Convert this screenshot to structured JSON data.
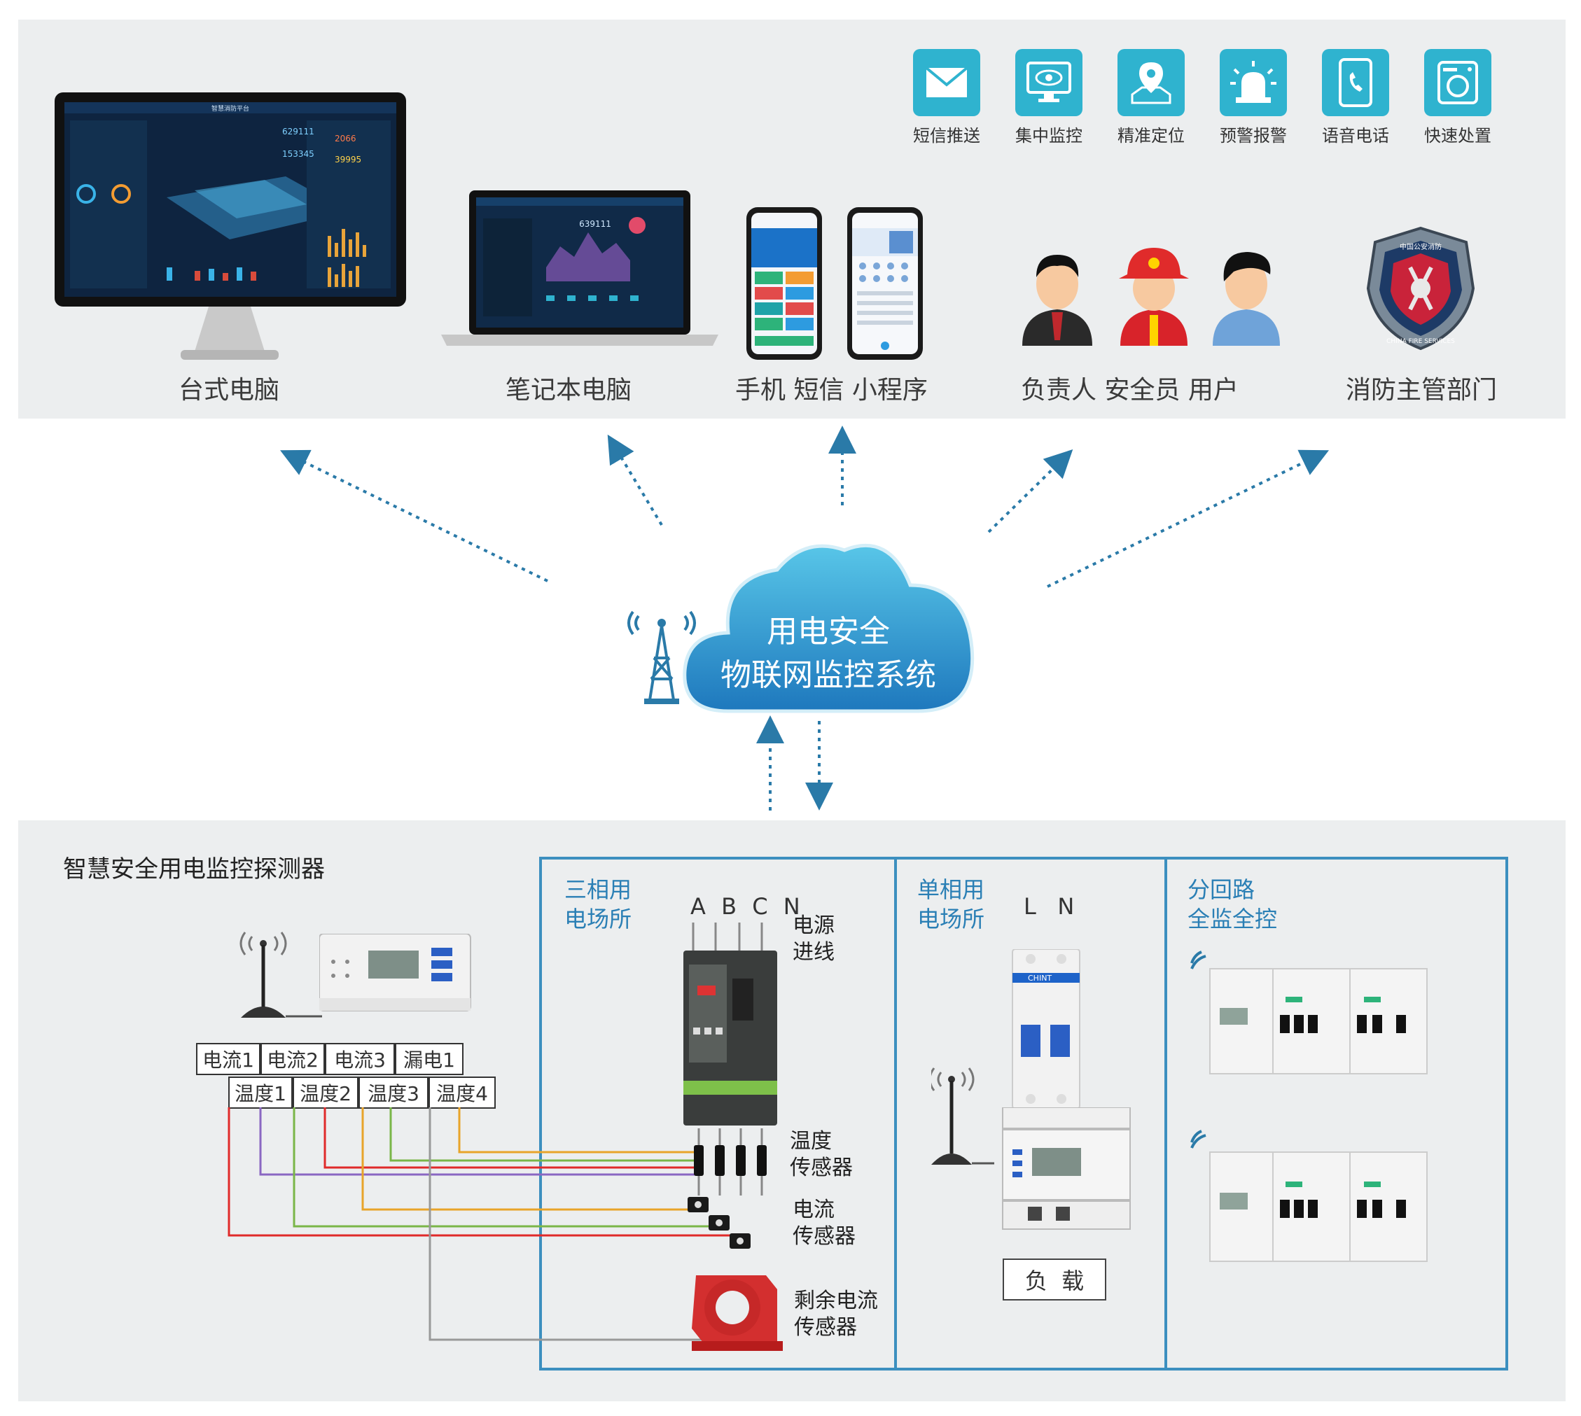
{
  "devices": {
    "desktop_label": "台式电脑",
    "laptop_label": "笔记本电脑",
    "phone_label": "手机 短信 小程序",
    "people_label": "负责人  安全员   用户",
    "fire_dept_label": "消防主管部门",
    "desktop_screen_title": "智慧消防平台",
    "desktop_counts": [
      "2066",
      "39995"
    ],
    "desktop_digits": [
      "629111",
      "153345"
    ],
    "laptop_digits": "639111",
    "badge_lines": [
      "中国公安消防",
      "CHINA FIRE SERVICES"
    ]
  },
  "features": [
    {
      "label": "短信推送",
      "icon": "envelope-icon"
    },
    {
      "label": "集中监控",
      "icon": "monitor-eye-icon"
    },
    {
      "label": "精准定位",
      "icon": "map-pin-icon"
    },
    {
      "label": "预警报警",
      "icon": "alarm-siren-icon"
    },
    {
      "label": "语音电话",
      "icon": "phone-call-icon"
    },
    {
      "label": "快速处置",
      "icon": "washer-icon"
    }
  ],
  "cloud": {
    "line1": "用电安全",
    "line2": "物联网监控系统"
  },
  "detector": {
    "title": "智慧安全用电监控探测器",
    "top_channels": [
      "电流1",
      "电流2",
      "电流3",
      "漏电1"
    ],
    "bottom_channels": [
      "温度1",
      "温度2",
      "温度3",
      "温度4"
    ]
  },
  "three_phase": {
    "title_line1": "三相用",
    "title_line2": "电场所",
    "phases": "A B C N",
    "power_in_line1": "电源",
    "power_in_line2": "进线",
    "temp_sensor_line1": "温度",
    "temp_sensor_line2": "传感器",
    "current_sensor_line1": "电流",
    "current_sensor_line2": "传感器",
    "residual_line1": "剩余电流",
    "residual_line2": "传感器"
  },
  "single_phase": {
    "title_line1": "单相用",
    "title_line2": "电场所",
    "phases": "L   N",
    "breaker_brand": "CHINT",
    "load_label": "负  载"
  },
  "branch": {
    "title_line1": "分回路",
    "title_line2": "全监全控"
  },
  "colors": {
    "accent": "#2fb3cf",
    "section_border": "#3c8fbf",
    "arrow": "#2a7aa8",
    "panel": "#eceeef"
  }
}
